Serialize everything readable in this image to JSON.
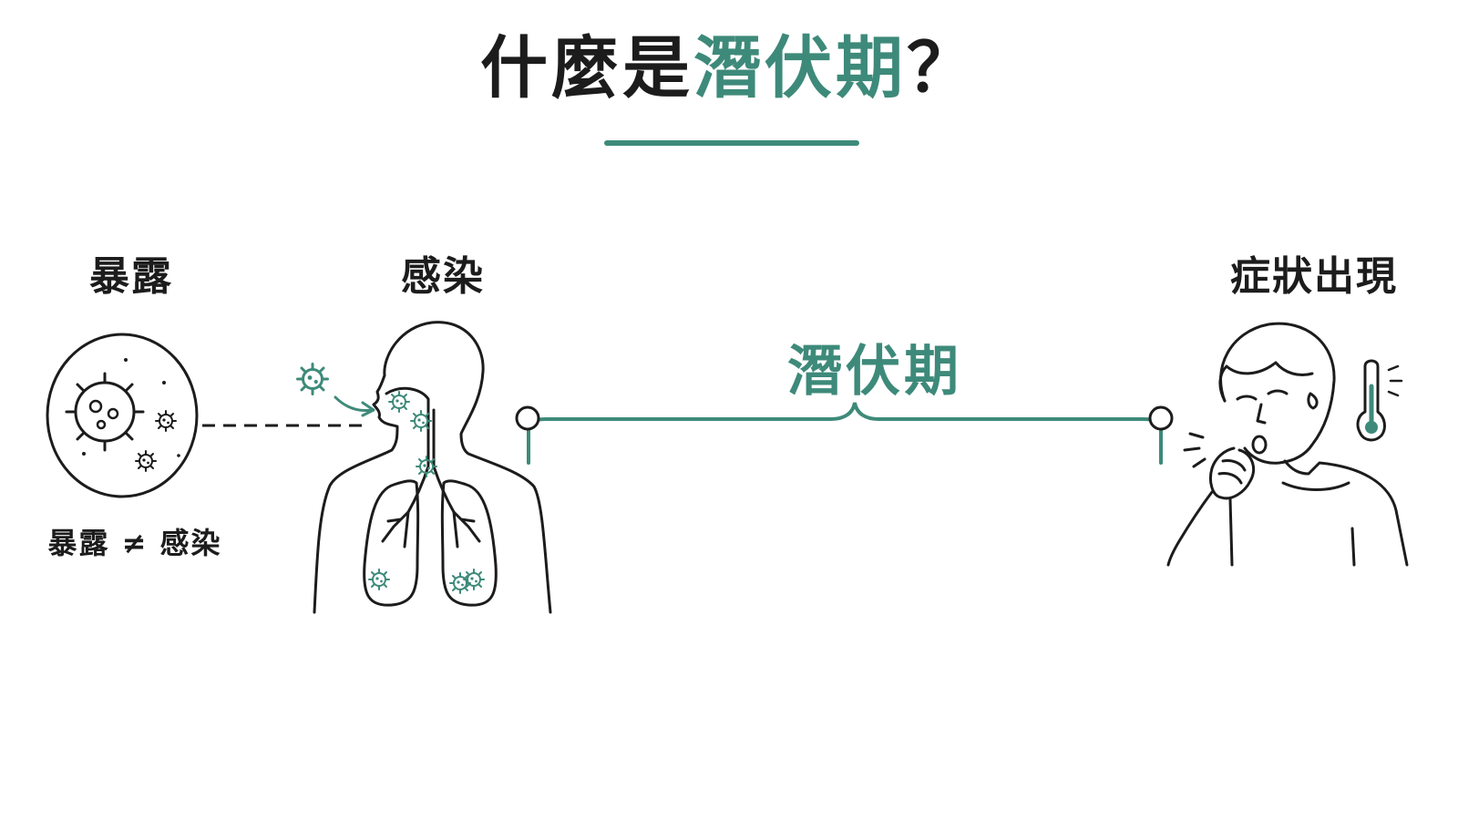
{
  "colors": {
    "accent": "#3e8a7a",
    "ink": "#1c1c1c"
  },
  "title": {
    "prefix": "什麼是",
    "highlight": "潛伏期",
    "suffix": "？"
  },
  "stages": {
    "exposure": "暴露",
    "infection": "感染",
    "symptoms": "症狀出現"
  },
  "note": "暴露 ≠ 感染",
  "period_label": "潛伏期",
  "icons": [
    "virus-circle-icon",
    "human-respiratory-icon",
    "coughing-person-icon",
    "thermometer-icon"
  ]
}
